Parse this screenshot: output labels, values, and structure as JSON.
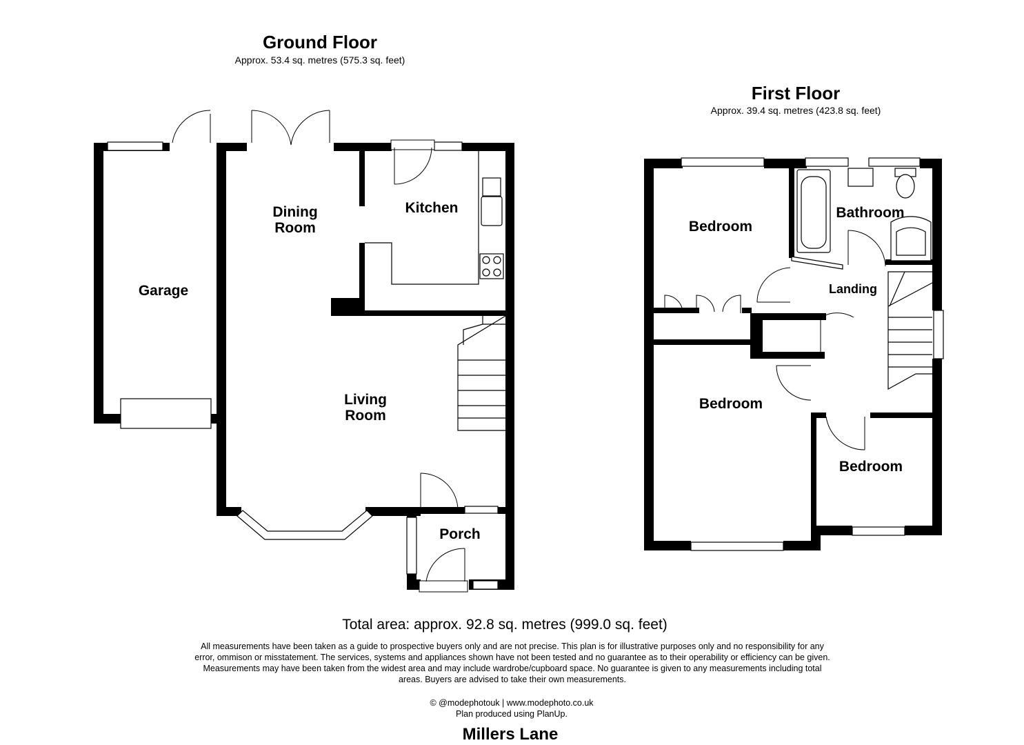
{
  "ground_floor": {
    "title": "Ground Floor",
    "area": "Approx. 53.4 sq. metres (575.3 sq. feet)",
    "rooms": {
      "garage": "Garage",
      "dining_line1": "Dining",
      "dining_line2": "Room",
      "kitchen": "Kitchen",
      "living_line1": "Living",
      "living_line2": "Room",
      "porch": "Porch"
    }
  },
  "first_floor": {
    "title": "First Floor",
    "area": "Approx. 39.4 sq. metres (423.8 sq. feet)",
    "rooms": {
      "bedroom_top": "Bedroom",
      "bathroom": "Bathroom",
      "landing": "Landing",
      "bedroom_main": "Bedroom",
      "bedroom_small": "Bedroom"
    }
  },
  "footer": {
    "total_area": "Total area: approx. 92.8 sq. metres (999.0 sq. feet)",
    "disclaimer": "All measurements have been taken as a guide to prospective buyers only and are not precise. This plan is for illustrative purposes only and no responsibility for any error, ommison or misstatement. The services, systems and appliances shown have not been tested and no guarantee as to their operability or efficiency can be given. Measurements may have been taken from the widest area and may include wardrobe/cupboard space. No guarantee is given to any measurements including total areas. Buyers are advised to take their own measurements.",
    "credit_line1": "© @modephotouk | www.modephoto.co.uk",
    "credit_line2": "Plan produced using PlanUp.",
    "address": "Millers Lane"
  },
  "colors": {
    "wall": "#000000",
    "background": "#ffffff",
    "window": "#ffffff"
  }
}
